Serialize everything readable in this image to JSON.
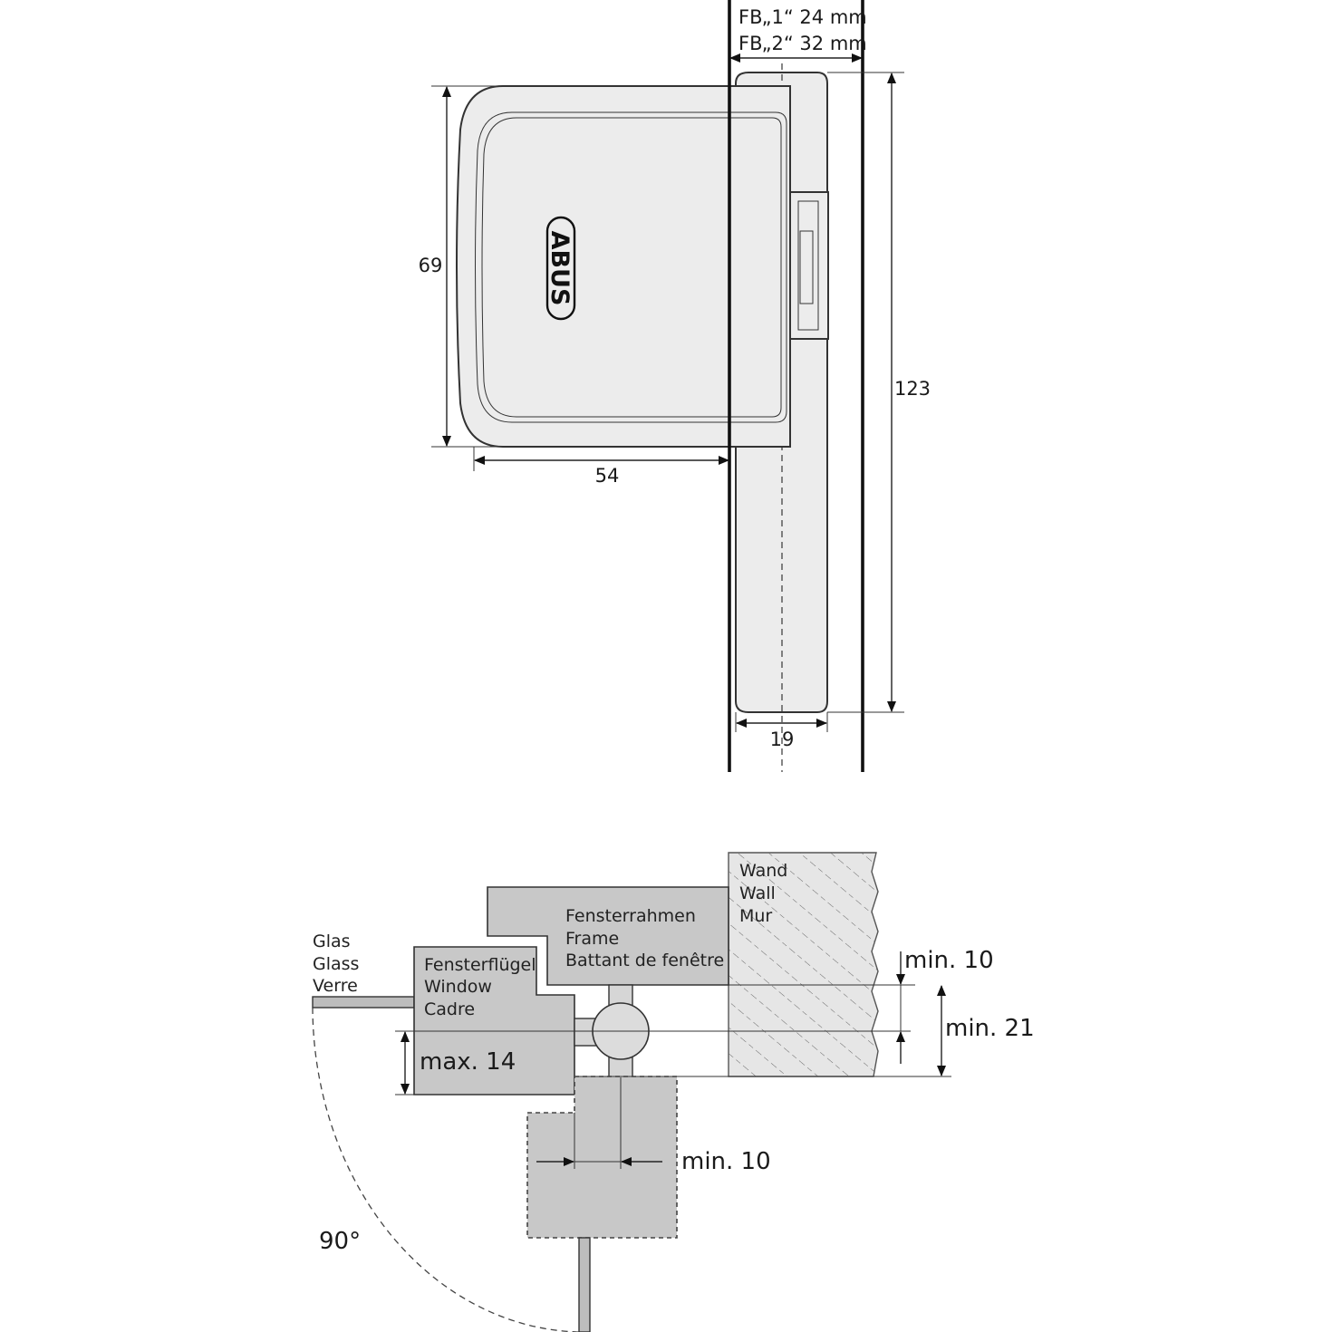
{
  "top_view": {
    "fb1_label": "FB„1“ 24 mm",
    "fb2_label": "FB„2“ 32 mm",
    "height_label": "69",
    "width_label": "54",
    "total_height_label": "123",
    "hinge_width_label": "19",
    "logo_text": "ABUS"
  },
  "section_view": {
    "wall_labels": [
      "Wand",
      "Wall",
      "Mur"
    ],
    "frame_labels": [
      "Fensterrahmen",
      "Frame",
      "Battant de fenêtre"
    ],
    "sash_labels": [
      "Fensterflügel",
      "Window",
      "Cadre"
    ],
    "glass_labels": [
      "Glas",
      "Glass",
      "Verre"
    ],
    "max_label": "max. 14",
    "min10_top_label": "min. 10",
    "min21_label": "min. 21",
    "min10_bottom_label": "min. 10",
    "angle_label": "90°"
  }
}
